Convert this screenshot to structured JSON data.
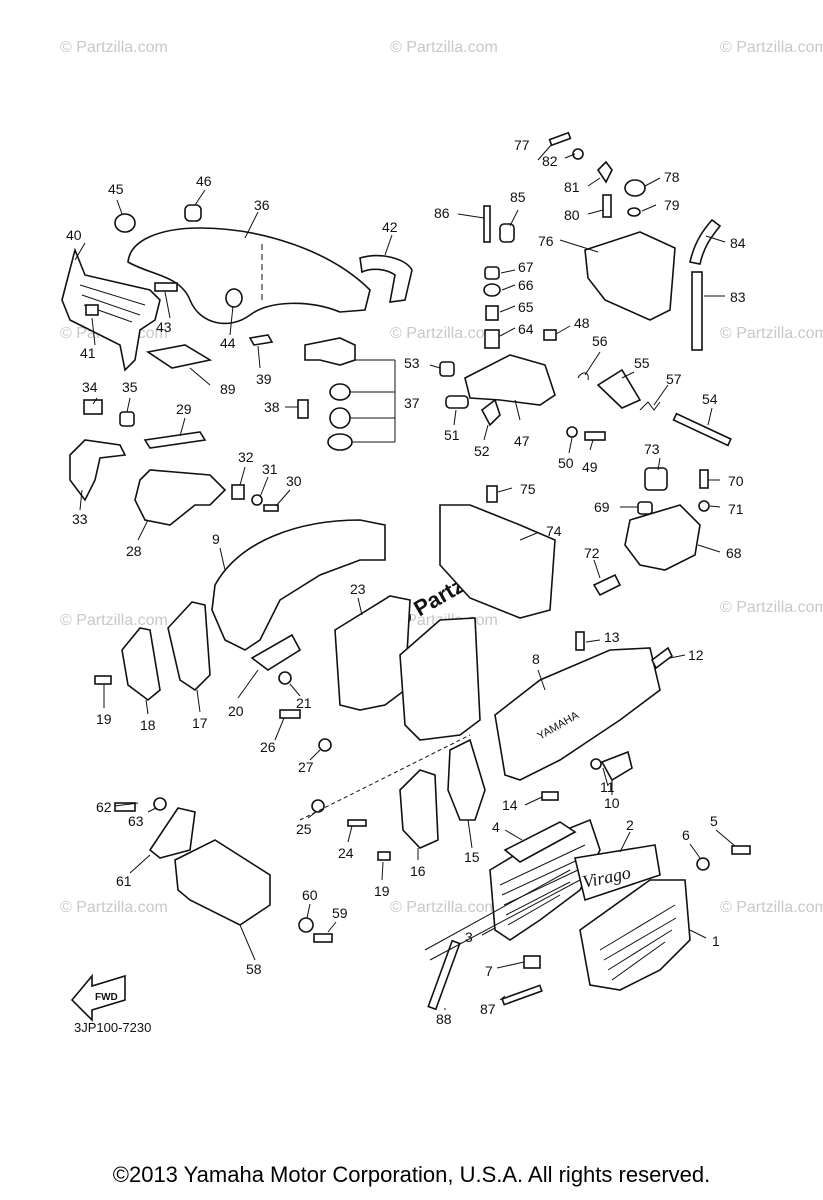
{
  "watermarks": [
    "© Partzilla.com",
    "© Partzilla.com",
    "© Partzilla.com",
    "© Partzilla.com",
    "© Partzilla.com",
    "© Partzilla.com",
    "© Partzilla.com",
    "© Partzilla.com",
    "© Partzilla.com",
    "© Partzilla.com",
    "© Partzilla.com",
    "© Partzilla.com"
  ],
  "center_logo": "© Partzilla.com",
  "fwd_label": "FWD",
  "brand_text": "YAMAHA",
  "emblem_text": "Virago",
  "diagram_code": "3JP100-7230",
  "copyright": "©2013  Yamaha Motor Corporation, U.S.A. All rights reserved.",
  "callouts": [
    "1",
    "2",
    "3",
    "4",
    "5",
    "6",
    "7",
    "8",
    "9",
    "10",
    "11",
    "12",
    "13",
    "14",
    "15",
    "16",
    "17",
    "18",
    "19",
    "19",
    "20",
    "21",
    "23",
    "24",
    "25",
    "26",
    "27",
    "28",
    "29",
    "30",
    "31",
    "32",
    "33",
    "34",
    "35",
    "36",
    "37",
    "38",
    "39",
    "40",
    "41",
    "42",
    "43",
    "44",
    "45",
    "46",
    "47",
    "48",
    "49",
    "50",
    "51",
    "52",
    "53",
    "54",
    "55",
    "56",
    "57",
    "58",
    "59",
    "60",
    "61",
    "62",
    "63",
    "64",
    "65",
    "66",
    "67",
    "68",
    "69",
    "70",
    "71",
    "72",
    "73",
    "74",
    "75",
    "76",
    "77",
    "78",
    "79",
    "80",
    "81",
    "82",
    "83",
    "84",
    "85",
    "86",
    "87",
    "88",
    "89"
  ]
}
